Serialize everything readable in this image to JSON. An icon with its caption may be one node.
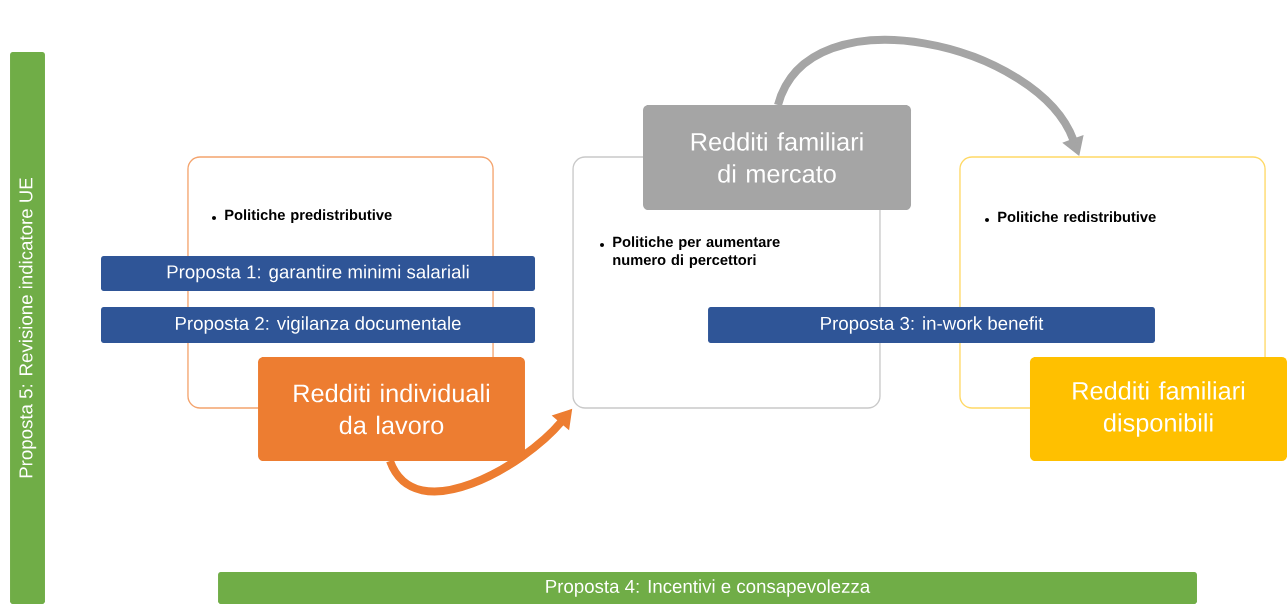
{
  "diagram": {
    "nodes": [
      {
        "text": [
          "Politiche predistributive"
        ]
      },
      {
        "text": [
          "Redditi individuali da lavoro"
        ]
      },
      {
        "text": [
          "Politiche per aumentare numero di percettori"
        ]
      },
      {
        "text": [
          "Redditi familiari di mercato"
        ]
      },
      {
        "text": [
          "Politiche redistributive"
        ]
      },
      {
        "text": [
          "Redditi familiari disponibili"
        ]
      },
      {
        "text": [
          "Proposta 1: garantire minimi salariali"
        ]
      },
      {
        "text": [
          "Proposta 2: vigilanza documentale"
        ]
      },
      {
        "text": [
          "Proposta 3: in-work benefit"
        ]
      },
      {
        "text": [
          "Proposta 4: Incentivi e consapevolezza"
        ]
      },
      {
        "text": [
          "Proposta 5: Revisione indicatore UE"
        ]
      }
    ],
    "edges": [
      {
        "from": 1,
        "to": 2,
        "arrow": "to",
        "color": "#ed7d31"
      },
      {
        "from": 3,
        "to": 4,
        "arrow": "to",
        "color": "#a5a5a5"
      }
    ]
  }
}
